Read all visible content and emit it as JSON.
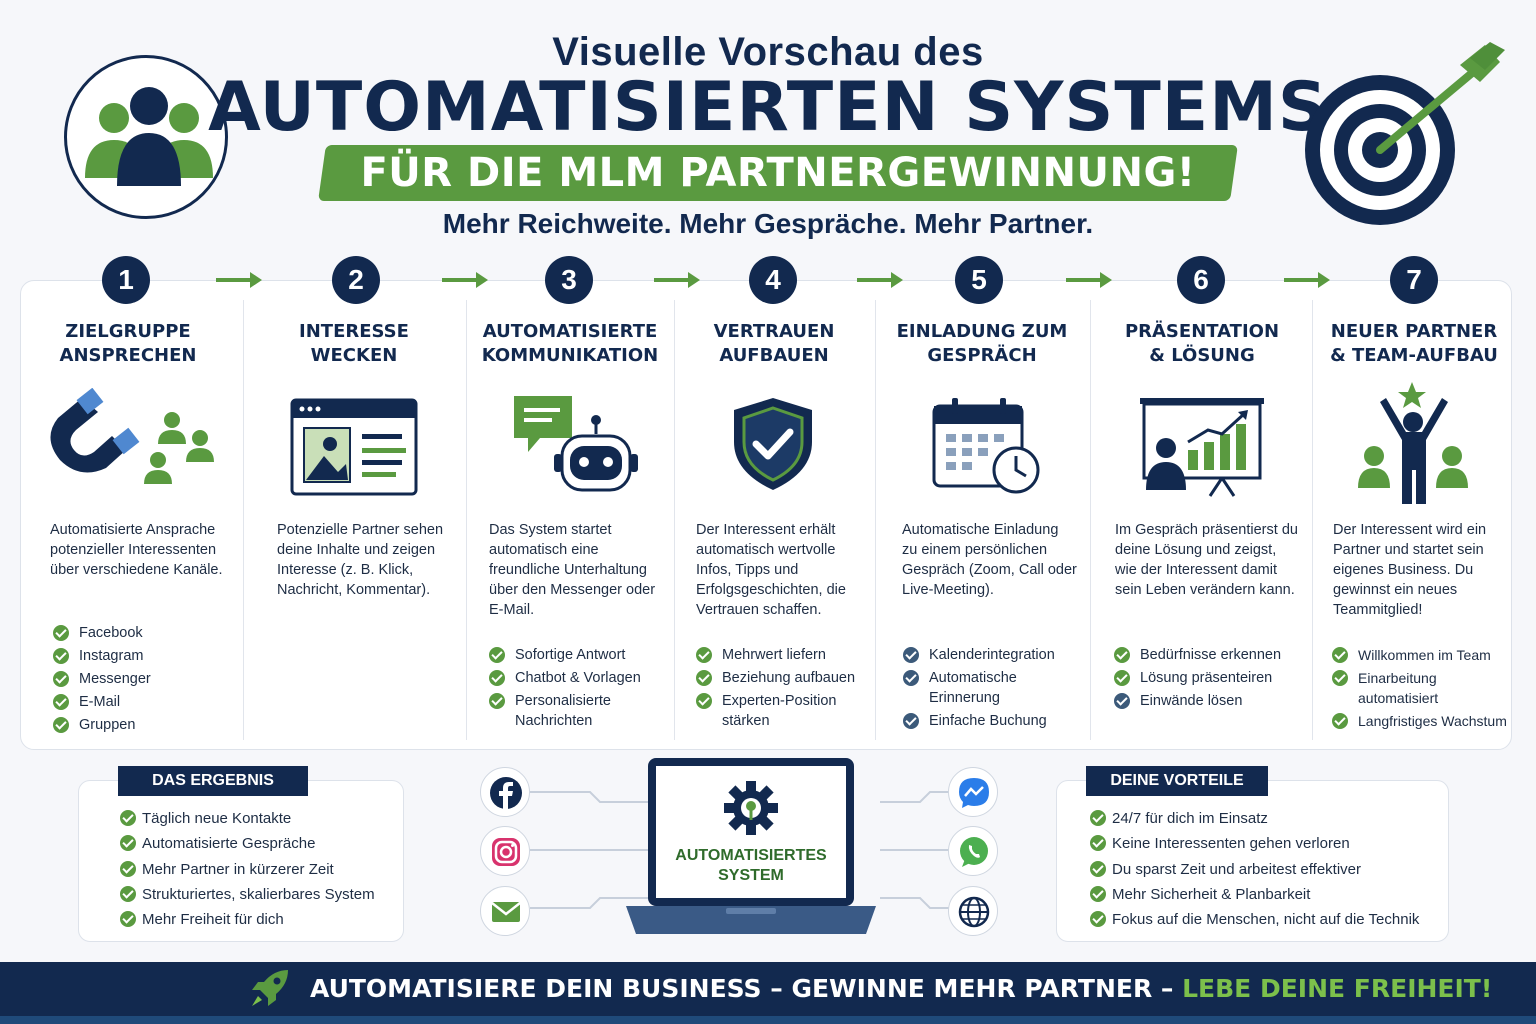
{
  "header": {
    "line1": "Visuelle Vorschau des",
    "line2": "AUTOMATISIERTEN  SYSTEMS",
    "banner": "FÜR DIE MLM PARTNERGEWINNUNG!",
    "tagline": "Mehr Reichweite. Mehr Gespräche. Mehr Partner."
  },
  "steps": [
    {
      "num": "1",
      "title1": "ZIELGRUPPE",
      "title2": "ANSPRECHEN",
      "desc": "Automatisierte Ansprache potenzieller Interessenten über verschiedene Kanäle.",
      "items": [
        "Facebook",
        "Instagram",
        "Messenger",
        "E-Mail",
        "Gruppen"
      ]
    },
    {
      "num": "2",
      "title1": "INTERESSE",
      "title2": "WECKEN",
      "desc": "Potenzielle Partner sehen deine Inhalte und zeigen Interesse (z. B. Klick, Nachricht, Kommentar).",
      "items": []
    },
    {
      "num": "3",
      "title1": "AUTOMATISIERTE",
      "title2": "KOMMUNIKATION",
      "desc": "Das System startet automatisch eine freundliche Unterhaltung über den Messenger oder E-Mail.",
      "items": [
        "Sofortige Antwort",
        "Chatbot & Vorlagen",
        "Personalisierte Nachrichten"
      ]
    },
    {
      "num": "4",
      "title1": "VERTRAUEN",
      "title2": "AUFBAUEN",
      "desc": "Der Interessent erhält automatisch wertvolle Infos, Tipps und Erfolgsgeschichten, die Vertrauen schaffen.",
      "items": [
        "Mehrwert liefern",
        "Beziehung aufbauen",
        "Experten-Position stärken"
      ]
    },
    {
      "num": "5",
      "title1": "EINLADUNG ZUM",
      "title2": "GESPRÄCH",
      "desc": "Automatische Einladung zu einem persönlichen Gespräch (Zoom, Call oder Live-Meeting).",
      "items": [
        "Kalenderintegration",
        "Automatische Erinnerung",
        "Einfache Buchung"
      ]
    },
    {
      "num": "6",
      "title1": "PRÄSENTATION",
      "title2": "& LÖSUNG",
      "desc": "Im Gespräch präsentierst du deine Lösung und zeigst, wie der Interessent damit sein Leben verändern kann.",
      "items": [
        "Bedürfnisse erkennen",
        "Lösung präsenteiren",
        "Einwände lösen"
      ]
    },
    {
      "num": "7",
      "title1": "NEUER PARTNER",
      "title2": "& TEAM-AUFBAU",
      "desc": "Der Interessent wird ein Partner und startet sein eigenes Business. Du gewinnst ein neues Teammitglied!",
      "items": [
        "Willkommen im Team",
        "Einarbeitung automatisiert",
        "Langfristiges Wachstum"
      ]
    }
  ],
  "result": {
    "heading": "DAS ERGEBNIS",
    "items": [
      "Täglich neue Kontakte",
      "Automatisierte Gespräche",
      "Mehr Partner in kürzerer Zeit",
      "Strukturiertes, skalierbares System",
      "Mehr Freiheit für dich"
    ]
  },
  "center": {
    "label1": "AUTOMATISIERTES",
    "label2": "SYSTEM",
    "socials_left": [
      "facebook-icon",
      "instagram-icon",
      "email-icon"
    ],
    "socials_right": [
      "messenger-icon",
      "whatsapp-icon",
      "globe-icon"
    ]
  },
  "benefits": {
    "heading": "DEINE VORTEILE",
    "items": [
      "24/7 für dich im Einsatz",
      "Keine Interessenten gehen verloren",
      "Du sparst Zeit und arbeitest effektiver",
      "Mehr Sicherheit & Planbarkeit",
      "Fokus auf die Menschen, nicht auf die Technik"
    ]
  },
  "footer": {
    "main": "AUTOMATISIERE DEIN BUSINESS – GEWINNE MEHR PARTNER – ",
    "highlight": "LEBE DEINE FREIHEIT!"
  },
  "colors": {
    "navy": "#12294f",
    "green": "#5a9a40",
    "accent_green": "#7cc04b"
  }
}
